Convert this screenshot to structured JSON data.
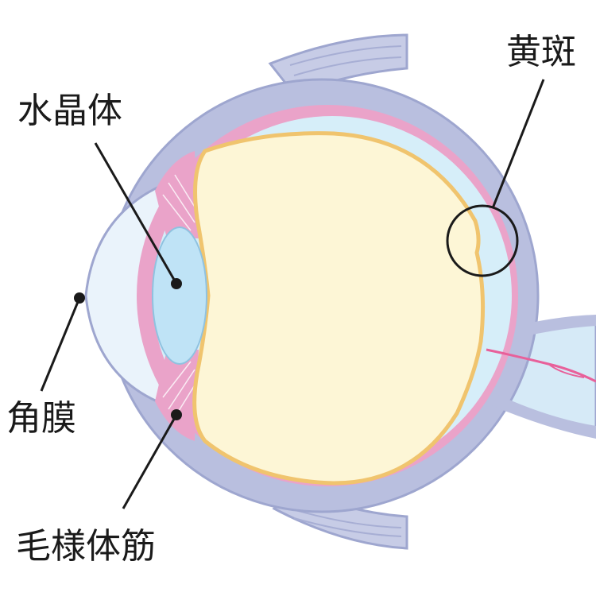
{
  "labels": {
    "lens": "水晶体",
    "macula": "黄斑",
    "cornea": "角膜",
    "ciliary_muscle": "毛様体筋"
  },
  "colors": {
    "sclera": "#b9bfdf",
    "sclera_stroke": "#9ea6cf",
    "choroid": "#eaa3c9",
    "retina_gap": "#d6eef9",
    "vitreous": "#fdf6d6",
    "vitreous_border": "#f0c46e",
    "lens": "#bfe3f6",
    "cornea": "#eaf3fb",
    "optic_nerve": "#d6eaf7",
    "vessel": "#e8609a",
    "leader": "#1a1a1a"
  }
}
